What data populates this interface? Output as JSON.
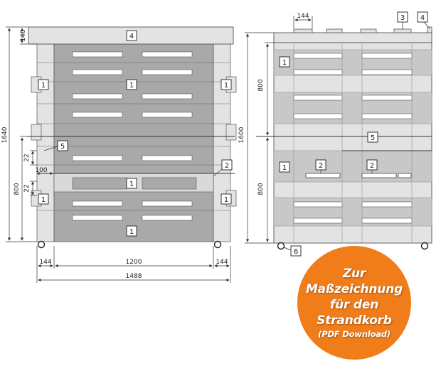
{
  "colors": {
    "accent": "#f07d1a",
    "panel": "#c8c8c8",
    "panel_dark": "#a9a9a9",
    "frame": "#e3e3e3",
    "line": "#555555"
  },
  "front_view": {
    "dims": {
      "top_height": "140",
      "total_height": "1640",
      "lower_height": "800",
      "gap_a": "22",
      "gap_b": "22",
      "rail_width": "100",
      "side_left": "144",
      "inner_width": "1200",
      "side_right": "144",
      "total_width": "1488"
    },
    "callouts": {
      "top": "4",
      "center_a": "1",
      "center_b": "1",
      "center_c": "1",
      "left_a": "1",
      "right_a": "1",
      "left_b": "1",
      "right_b": "1",
      "rail": "5",
      "pin": "2"
    }
  },
  "side_view": {
    "dims": {
      "top_width": "144",
      "upper_height": "800",
      "total_height": "1600",
      "lower_height": "800"
    },
    "callouts": {
      "c3": "3",
      "c4": "4",
      "upper": "1",
      "lower": "1",
      "rail": "5",
      "pin_a": "2",
      "pin_b": "2",
      "wheel": "6"
    }
  },
  "badge": {
    "line1": "Zur",
    "line2": "Maßzeichnung",
    "line3": "für den",
    "line4": "Strandkorb",
    "line5": "(PDF Download)"
  }
}
